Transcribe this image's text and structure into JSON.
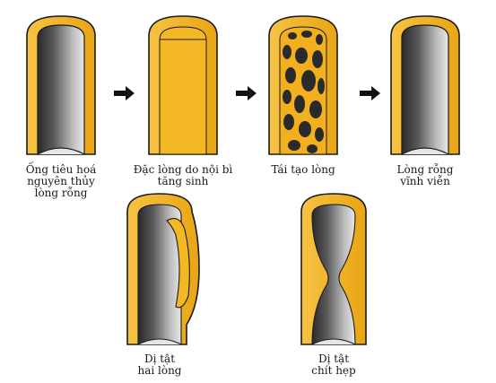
{
  "stages": [
    {
      "id": "primitive-hollow-tube",
      "label": "Ống tiêu hoá\nnguyên thủy\nlòng rỗng"
    },
    {
      "id": "solid-lumen",
      "label": "Đặc lòng do nội bì\ntăng sinh"
    },
    {
      "id": "recanalization",
      "label": "Tái tạo lòng"
    },
    {
      "id": "permanent-hollow-lumen",
      "label": "Lòng rỗng\nvĩnh viễn"
    }
  ],
  "defects": [
    {
      "id": "double-lumen",
      "label": "Dị tật\nhai lòng"
    },
    {
      "id": "stenosis",
      "label": "Dị tật\nchít hẹp"
    }
  ],
  "arrows": [
    {
      "from": "primitive-hollow-tube",
      "to": "solid-lumen"
    },
    {
      "from": "solid-lumen",
      "to": "recanalization"
    },
    {
      "from": "recanalization",
      "to": "permanent-hollow-lumen"
    }
  ],
  "colors": {
    "wall": "#f2b01e",
    "wall_dark": "#c98a10",
    "outline": "#1a1a1a",
    "lumen_dark": "#3a3a3a",
    "lumen_light": "#d8d8d8",
    "cell_cluster": "#2a2a2a"
  }
}
